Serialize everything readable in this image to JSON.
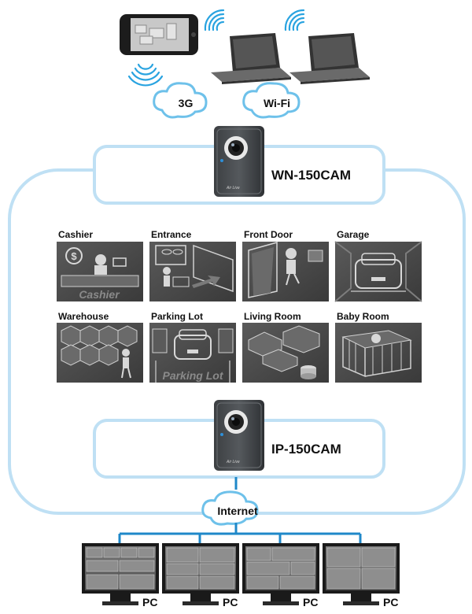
{
  "clouds": {
    "three_g": "3G",
    "wifi": "Wi-Fi",
    "internet": "Internet"
  },
  "cameras": {
    "top": "WN-150CAM",
    "bottom": "IP-150CAM",
    "brand": "Air Live"
  },
  "scenes": [
    {
      "label": "Cashier",
      "sign": "Cashier"
    },
    {
      "label": "Entrance",
      "sign": ""
    },
    {
      "label": "Front Door",
      "sign": ""
    },
    {
      "label": "Garage",
      "sign": ""
    },
    {
      "label": "Warehouse",
      "sign": ""
    },
    {
      "label": "Parking Lot",
      "sign": "Parking Lot"
    },
    {
      "label": "Living Room",
      "sign": ""
    },
    {
      "label": "Baby Room",
      "sign": ""
    }
  ],
  "pcs": [
    "PC",
    "PC",
    "PC",
    "PC"
  ],
  "colors": {
    "loop": "#bfe0f4",
    "link": "#1f88c9",
    "tile": "#4a4a4a"
  }
}
